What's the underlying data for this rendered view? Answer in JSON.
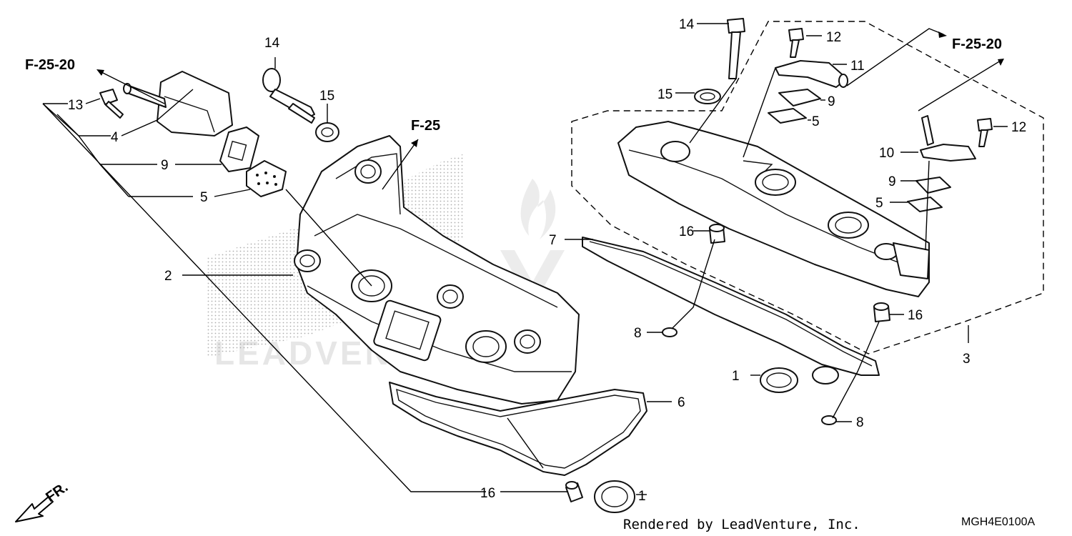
{
  "diagram": {
    "callouts": {
      "c1a": "1",
      "c1b": "1",
      "c2": "2",
      "c3": "3",
      "c4": "4",
      "c5a": "5",
      "c5b": "5",
      "c5c": "5",
      "c6": "6",
      "c7": "7",
      "c8a": "8",
      "c8b": "8",
      "c9a": "9",
      "c9b": "9",
      "c9c": "9",
      "c10": "10",
      "c11": "11",
      "c12a": "12",
      "c12b": "12",
      "c13": "13",
      "c14a": "14",
      "c14b": "14",
      "c15a": "15",
      "c15b": "15",
      "c16a": "16",
      "c16b": "16",
      "c16c": "16"
    },
    "refs": {
      "left_ref": "F-25-20",
      "mid_ref": "F-25",
      "right_ref": "F-25-20"
    },
    "direction_label": "FR.",
    "credit": "Rendered by LeadVenture, Inc.",
    "diagram_code": "MGH4E0100A",
    "watermark": "LEADVENTURE",
    "colors": {
      "line": "#111111",
      "watermark": "#e6e6e6",
      "background": "#ffffff"
    }
  }
}
